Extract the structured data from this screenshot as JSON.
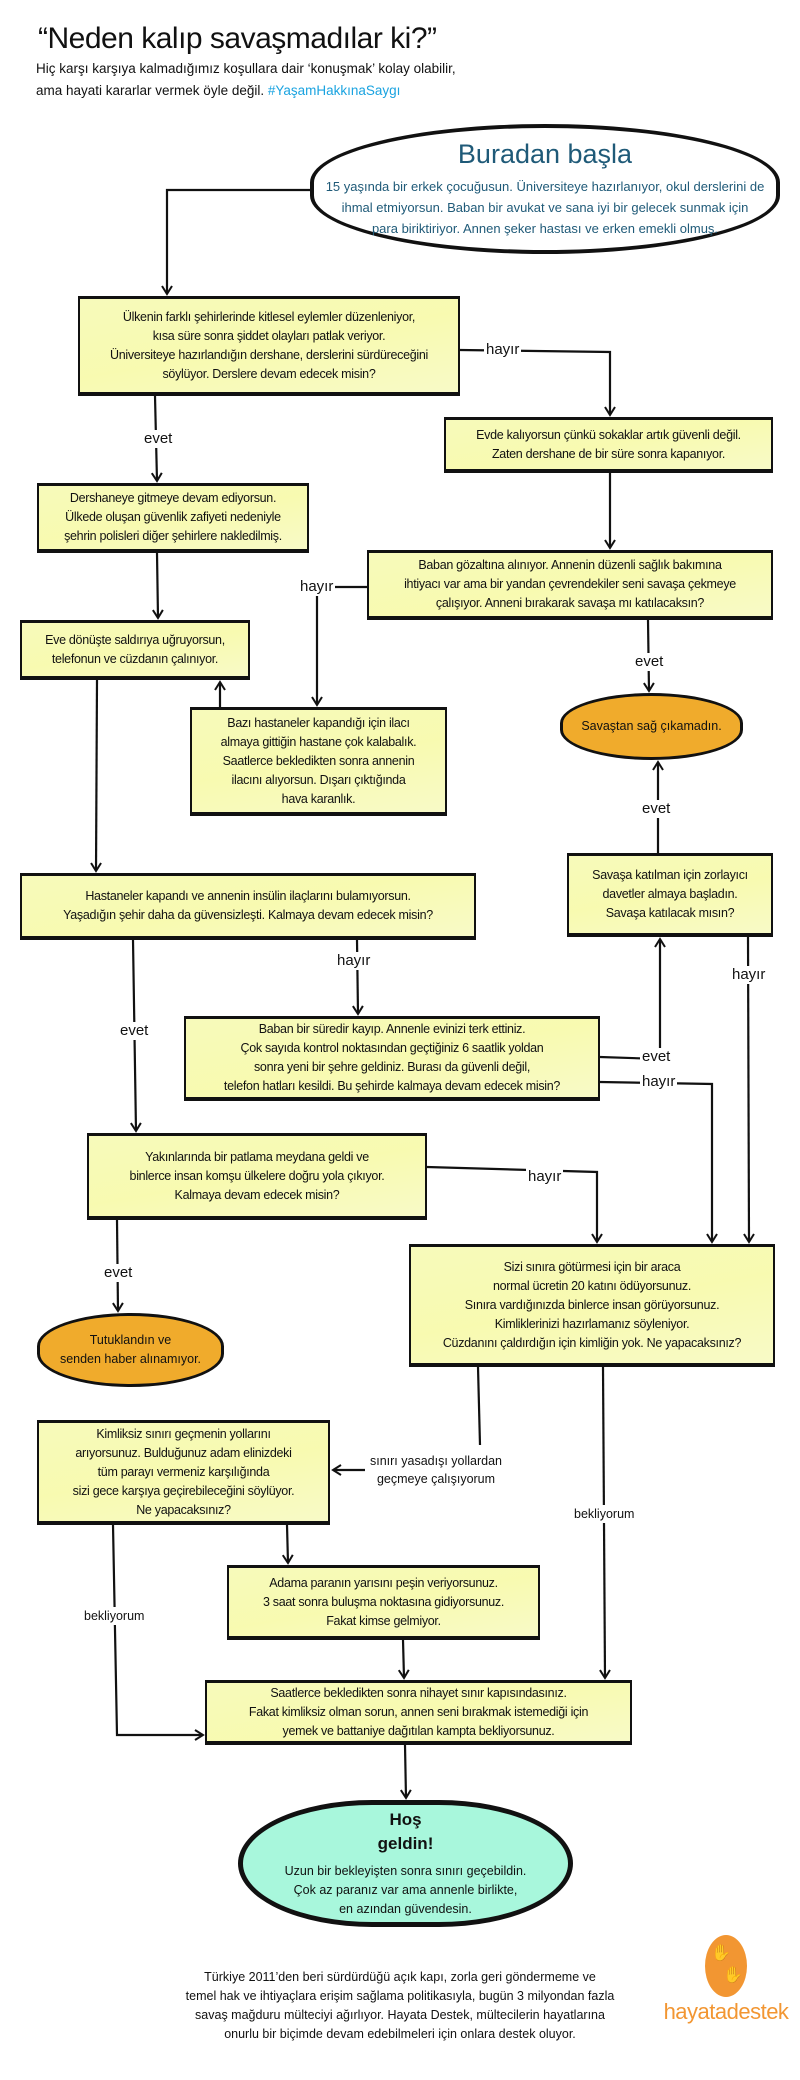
{
  "header": {
    "title": "“Neden kalıp savaşmadılar ki?”",
    "subtitle": "Hiç karşı karşıya kalmadığımız koşullara dair ‘konuşmak’ kolay olabilir,\nama hayati kararlar vermek öyle değil. ",
    "hashtag": "#YaşamHakkınaSaygı"
  },
  "start": {
    "title": "Buradan başla",
    "text": "15 yaşında bir erkek çocuğusun. Üniversiteye hazırlanıyor, okul derslerini de\nihmal etmiyorsun. Baban bir avukat ve sana iyi bir gelecek sunmak için\npara biriktiriyor. Annen şeker hastası ve erken emekli olmuş."
  },
  "nodes": {
    "protests": "Ülkenin farklı şehirlerinde kitlesel eylemler düzenleniyor,\nkısa süre sonra şiddet olayları patlak veriyor.\nÜniversiteye hazırlandığın dershane, derslerini sürdüreceğini\nsöylüyor. Derslere devam edecek misin?",
    "stay_home": "Evde kalıyorsun çünkü sokaklar artık güvenli değil.\nZaten dershane de bir süre sonra kapanıyor.",
    "go_course": "Dershaneye gitmeye devam ediyorsun.\nÜlkede oluşan güvenlik zafiyeti nedeniyle\nşehrin polisleri diğer şehirlere nakledilmiş.",
    "father_detained": "Baban gözaltına alınıyor. Annenin düzenli sağlık bakımına\nihtiyacı var ama bir yandan çevrendekiler seni savaşa çekmeye\nçalışıyor. Anneni bırakarak savaşa mı katılacaksın?",
    "robbed": "Eve dönüşte saldırıya uğruyorsun,\ntelefonun ve cüzdanın çalınıyor.",
    "hospital": "Bazı hastaneler kapandığı için ilacı\nalmaya gittiğin hastane çok kalabalık.\nSaatlerce bekledikten sonra annenin\nilacını alıyorsun. Dışarı çıktığında\nhava karanlık.",
    "war_end": "Savaştan sağ çıkamadın.",
    "invitations": "Savaşa katılman için zorlayıcı\ndavetler almaya başladın.\nSavaşa katılacak mısın?",
    "insulin": "Hastaneler kapandı ve annenin insülin ilaçlarını bulamıyorsun.\nYaşadığın şehir daha da güvensizleşti. Kalmaya devam edecek misin?",
    "new_city": "Baban bir süredir kayıp. Annenle evinizi terk ettiniz.\nÇok sayıda kontrol noktasından geçtiğiniz 6 saatlik yoldan\nsonra yeni bir şehre geldiniz. Burası da güvenli değil,\ntelefon hatları kesildi. Bu şehirde kalmaya devam edecek misin?",
    "explosion": "Yakınlarında bir patlama meydana geldi ve\nbinlerce insan komşu ülkelere doğru yola çıkıyor.\nKalmaya devam edecek misin?",
    "border_car": "Sizi sınıra götürmesi için bir araca\nnormal ücretin 20 katını ödüyorsunuz.\nSınıra vardığınızda binlerce insan görüyorsunuz.\nKimliklerinizi hazırlamanız söyleniyor.\nCüzdanını çaldırdığın için kimliğin yok. Ne yapacaksınız?",
    "arrested": "Tutuklandın ve\nsenden haber alınamıyor.",
    "smuggler": "Kimliksiz sınırı geçmenin yollarını\narıyorsunuz. Bulduğunuz adam elinizdeki\ntüm parayı vermeniz karşılığında\nsizi gece karşıya geçirebileceğini söylüyor.\nNe yapacaksınız?",
    "half_money": "Adama paranın yarısını peşin veriyorsunuz.\n3 saat sonra buluşma noktasına gidiyorsunuz.\nFakat kimse gelmiyor.",
    "camp": "Saatlerce bekledikten sonra nihayet sınır kapısındasınız.\nFakat kimliksiz olman sorun, annen seni bırakmak istemediği için\nyemek ve battaniye dağıtılan kampta bekliyorsunuz."
  },
  "final": {
    "title": "Hoş\ngeldin!",
    "text": "Uzun bir bekleyişten sonra sınırı geçebildin.\nÇok az paranız var ama annenle birlikte,\nen azından güvendesin."
  },
  "labels": {
    "yes": "evet",
    "no": "hayır",
    "illegal": "sınırı yasadışı yollardan\ngeçmeye çalışıyorum",
    "waiting": "bekliyorum"
  },
  "footer": {
    "text": "Türkiye 2011’den beri sürdürdüğü açık kapı, zorla geri göndermeme ve\ntemel hak ve ihtiyaçlara erişim sağlama politikasıyla, bugün 3 milyondan fazla\nsavaş mağduru mülteciyi ağırlıyor. Hayata Destek, mültecilerin hayatlarına\nonurlu bir biçimde devam edebilmeleri için onlara destek oluyor.",
    "logo_text": "hayatadestek"
  },
  "colors": {
    "highlight": "#f4f78c",
    "dead_end": "#f0ab2c",
    "final": "#a8f7dc",
    "start_text": "#1f5a78",
    "hashtag": "#1aa3e0",
    "brand": "#f29632"
  }
}
